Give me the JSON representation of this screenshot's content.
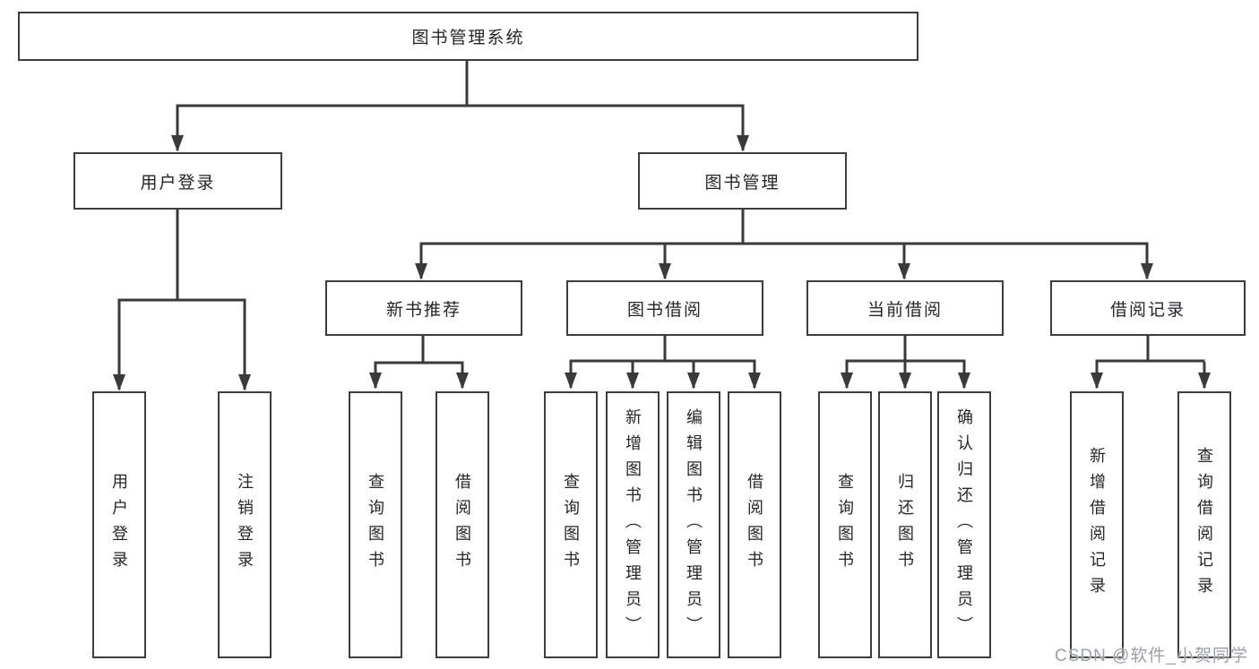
{
  "tree": {
    "label": "图书管理系统",
    "children": [
      {
        "label": "用户登录",
        "children": [
          {
            "label": "用户登录"
          },
          {
            "label": "注销登录"
          }
        ]
      },
      {
        "label": "图书管理",
        "children": [
          {
            "label": "新书推荐",
            "children": [
              {
                "label": "查询图书"
              },
              {
                "label": "借阅图书"
              }
            ]
          },
          {
            "label": "图书借阅",
            "children": [
              {
                "label": "查询图书"
              },
              {
                "label": "新增图书（管理员）"
              },
              {
                "label": "编辑图书（管理员）"
              },
              {
                "label": "借阅图书"
              }
            ]
          },
          {
            "label": "当前借阅",
            "children": [
              {
                "label": "查询图书"
              },
              {
                "label": "归还图书"
              },
              {
                "label": "确认归还（管理员）"
              }
            ]
          },
          {
            "label": "借阅记录",
            "children": [
              {
                "label": "新增借阅记录"
              },
              {
                "label": "查询借阅记录"
              }
            ]
          }
        ]
      }
    ]
  },
  "watermark": {
    "text": "CSDN @软件_小贺同学"
  },
  "colors": {
    "line": "#3a3a3d",
    "box_border": "#3d3d40",
    "text": "#26262a",
    "watermark": "#9aa0a8"
  }
}
